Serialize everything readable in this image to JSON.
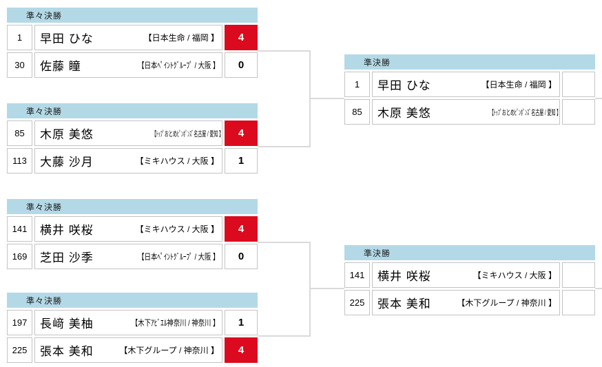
{
  "colors": {
    "header_bg": "#b4d9e6",
    "winner_score_bg": "#dc0a1e",
    "winner_score_text": "#ffffff",
    "cell_border": "#c3c3c3",
    "connector_line": "#d9d9d9"
  },
  "round_labels": {
    "quarterfinal": "準々決勝",
    "semifinal": "準決勝"
  },
  "matches": [
    {
      "id": "qf1",
      "round_label": "準々決勝",
      "players": [
        {
          "seed": "1",
          "name": "早田 ひな",
          "affiliation": "【日本生命 / 福岡 】",
          "score": "4",
          "winner": true
        },
        {
          "seed": "30",
          "name": "佐藤 瞳",
          "affiliation": "【日本ﾍﾟｲﾝﾄｸﾞﾙｰﾌﾟ / 大阪 】",
          "score": "0",
          "winner": false
        }
      ]
    },
    {
      "id": "qf2",
      "round_label": "準々決勝",
      "players": [
        {
          "seed": "85",
          "name": "木原 美悠",
          "affiliation": "【ﾄｯﾌﾟおとめﾋﾟﾝﾎﾟﾝｽﾞ名古屋 / 愛知 】",
          "score": "4",
          "winner": true
        },
        {
          "seed": "113",
          "name": "大藤 沙月",
          "affiliation": "【ミキハウス / 大阪 】",
          "score": "1",
          "winner": false
        }
      ]
    },
    {
      "id": "qf3",
      "round_label": "準々決勝",
      "players": [
        {
          "seed": "141",
          "name": "横井 咲桜",
          "affiliation": "【ミキハウス / 大阪 】",
          "score": "4",
          "winner": true
        },
        {
          "seed": "169",
          "name": "芝田 沙季",
          "affiliation": "【日本ﾍﾟｲﾝﾄｸﾞﾙｰﾌﾟ / 大阪 】",
          "score": "0",
          "winner": false
        }
      ]
    },
    {
      "id": "qf4",
      "round_label": "準々決勝",
      "players": [
        {
          "seed": "197",
          "name": "長﨑 美柚",
          "affiliation": "【木下ｱﾋﾞｴﾙ神奈川 / 神奈川 】",
          "score": "1",
          "winner": false
        },
        {
          "seed": "225",
          "name": "張本 美和",
          "affiliation": "【木下グループ / 神奈川 】",
          "score": "4",
          "winner": true
        }
      ]
    },
    {
      "id": "sf1",
      "round_label": "準決勝",
      "players": [
        {
          "seed": "1",
          "name": "早田 ひな",
          "affiliation": "【日本生命 / 福岡 】",
          "score": "",
          "winner": false
        },
        {
          "seed": "85",
          "name": "木原 美悠",
          "affiliation": "【ﾄｯﾌﾟおとめﾋﾟﾝﾎﾟﾝｽﾞ名古屋 / 愛知 】",
          "score": "",
          "winner": false
        }
      ]
    },
    {
      "id": "sf2",
      "round_label": "準決勝",
      "players": [
        {
          "seed": "141",
          "name": "横井 咲桜",
          "affiliation": "【ミキハウス / 大阪 】",
          "score": "",
          "winner": false
        },
        {
          "seed": "225",
          "name": "張本 美和",
          "affiliation": "【木下グループ / 神奈川 】",
          "score": "",
          "winner": false
        }
      ]
    }
  ]
}
